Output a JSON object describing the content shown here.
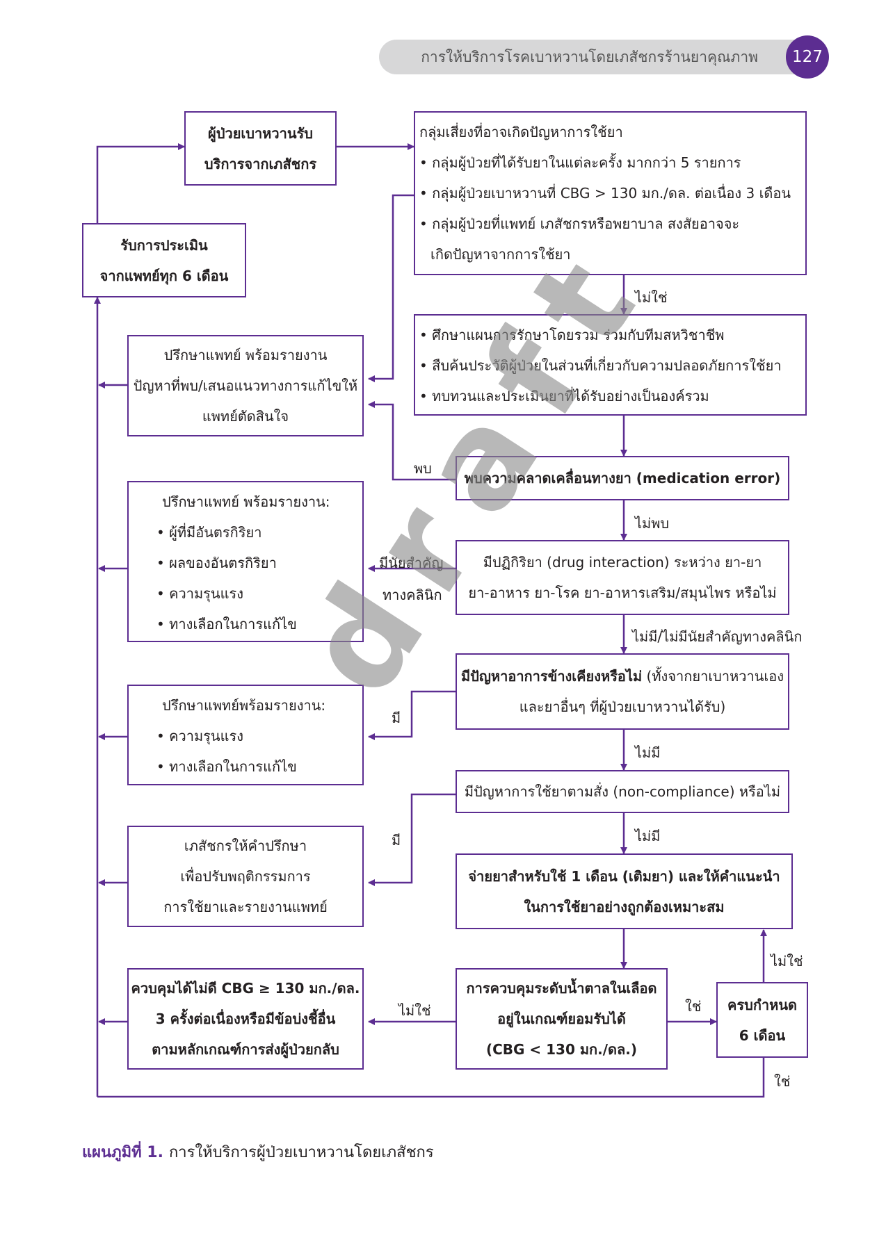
{
  "header": {
    "title": "การให้บริการโรคเบาหวานโดยเภสัชกรร้านยาคุณภาพ",
    "page_number": "127"
  },
  "watermark": "draft",
  "boxes": {
    "start": [
      "ผู้ป่วยเบาหวานรับ",
      "บริการจากเภสัชกร"
    ],
    "evaluation": [
      "รับการประเมิน",
      "จากแพทย์ทุก 6 เดือน"
    ],
    "risk_group": {
      "title": "กลุ่มเสี่ยงที่อาจเกิดปัญหาการใช้ยา",
      "items": [
        "กลุ่มผู้ป่วยที่ได้รับยาในแต่ละครั้ง มากกว่า 5 รายการ",
        "กลุ่มผู้ป่วยเบาหวานที่  CBG > 130 มก./ดล. ต่อเนื่อง 3 เดือน",
        "กลุ่มผู้ป่วยที่แพทย์ เภสัชกรหรือพยาบาล สงสัยอาจจะ"
      ],
      "continuation": "เกิดปัญหาจากการใช้ยา"
    },
    "study": [
      "ศึกษาแผนการรักษาโดยรวม ร่วมกับทีมสหวิชาชีพ",
      "สืบค้นประวัติผู้ป่วยในส่วนที่เกี่ยวกับความปลอดภัยการใช้ยา",
      "ทบทวนและประเมินยาที่ได้รับอย่างเป็นองค์รวม"
    ],
    "consult_1": [
      "ปรึกษาแพทย์ พร้อมรายงาน",
      "ปัญหาที่พบ/เสนอแนวทางการแก้ไขให้",
      "แพทย์ตัดสินใจ"
    ],
    "medication_error": "พบความคลาดเคลื่อนทางยา (medication error)",
    "consult_2": {
      "title": "ปรึกษาแพทย์ พร้อมรายงาน:",
      "items": [
        "ผู้ที่มีอันตรกิริยา",
        "ผลของอันตรกิริยา",
        "ความรุนแรง",
        "ทางเลือกในการแก้ไข"
      ]
    },
    "interaction": [
      "มีปฏิกิริยา (drug interaction)  ระหว่าง ยา-ยา",
      "ยา-อาหาร  ยา-โรค  ยา-อาหารเสริม/สมุนไพร หรือไม่"
    ],
    "side_effect": {
      "bold": "มีปัญหาอาการข้างเคียงหรือไม่",
      "rest": " (ทั้งจากยาเบาหวานเอง",
      "line2": "และยาอื่นๆ  ที่ผู้ป่วยเบาหวานได้รับ)"
    },
    "consult_3": {
      "title": "ปรึกษาแพทย์พร้อมรายงาน:",
      "items": [
        "ความรุนแรง",
        "ทางเลือกในการแก้ไข"
      ]
    },
    "compliance": "มีปัญหาการใช้ยาตามสั่ง (non-compliance) หรือไม่",
    "counsel": [
      "เภสัชกรให้คำปรึกษา",
      "เพื่อปรับพฤติกรรมการ",
      "การใช้ยาและรายงานแพทย์"
    ],
    "dispense": [
      "จ่ายยาสำหรับใช้ 1 เดือน (เติมยา) และให้คำแนะนำ",
      "ในการใช้ยาอย่างถูกต้องเหมาะสม"
    ],
    "uncontrolled": [
      "ควบคุมได้ไม่ดี CBG ≥ 130 มก./ดล.",
      "3 ครั้งต่อเนื่องหรือมีข้อบ่งชี้อื่น",
      "ตามหลักเกณฑ์การส่งผู้ป่วยกลับ"
    ],
    "control_check": [
      "การควบคุมระดับน้ำตาลในเลือด",
      "อยู่ในเกณฑ์ยอมรับได้",
      "(CBG < 130 มก./ดล.)"
    ],
    "six_months": [
      "ครบกำหนด",
      "6 เดือน"
    ]
  },
  "labels": {
    "no_1": "ไม่ใช่",
    "found": "พบ",
    "not_found": "ไม่พบ",
    "significant_1": "มีนัยสำคัญ",
    "significant_2": "ทางคลินิก",
    "no_insignificant": "ไม่มี/ไม่มีนัยสำคัญทางคลินิก",
    "yes_side": "มี",
    "no_side": "ไม่มี",
    "yes_compliance": "มี",
    "no_compliance": "ไม่มี",
    "no_control": "ไม่ใช่",
    "yes_control": "ใช่",
    "no_six": "ไม่ใช่",
    "yes_six": "ใช่"
  },
  "caption": {
    "number": "แผนภูมิที่ 1.",
    "text": "การให้บริการผู้ป่วยเบาหวานโดยเภสัชกร"
  },
  "colors": {
    "accent": "#5c2d91",
    "header_bar": "#d7d7d8"
  }
}
